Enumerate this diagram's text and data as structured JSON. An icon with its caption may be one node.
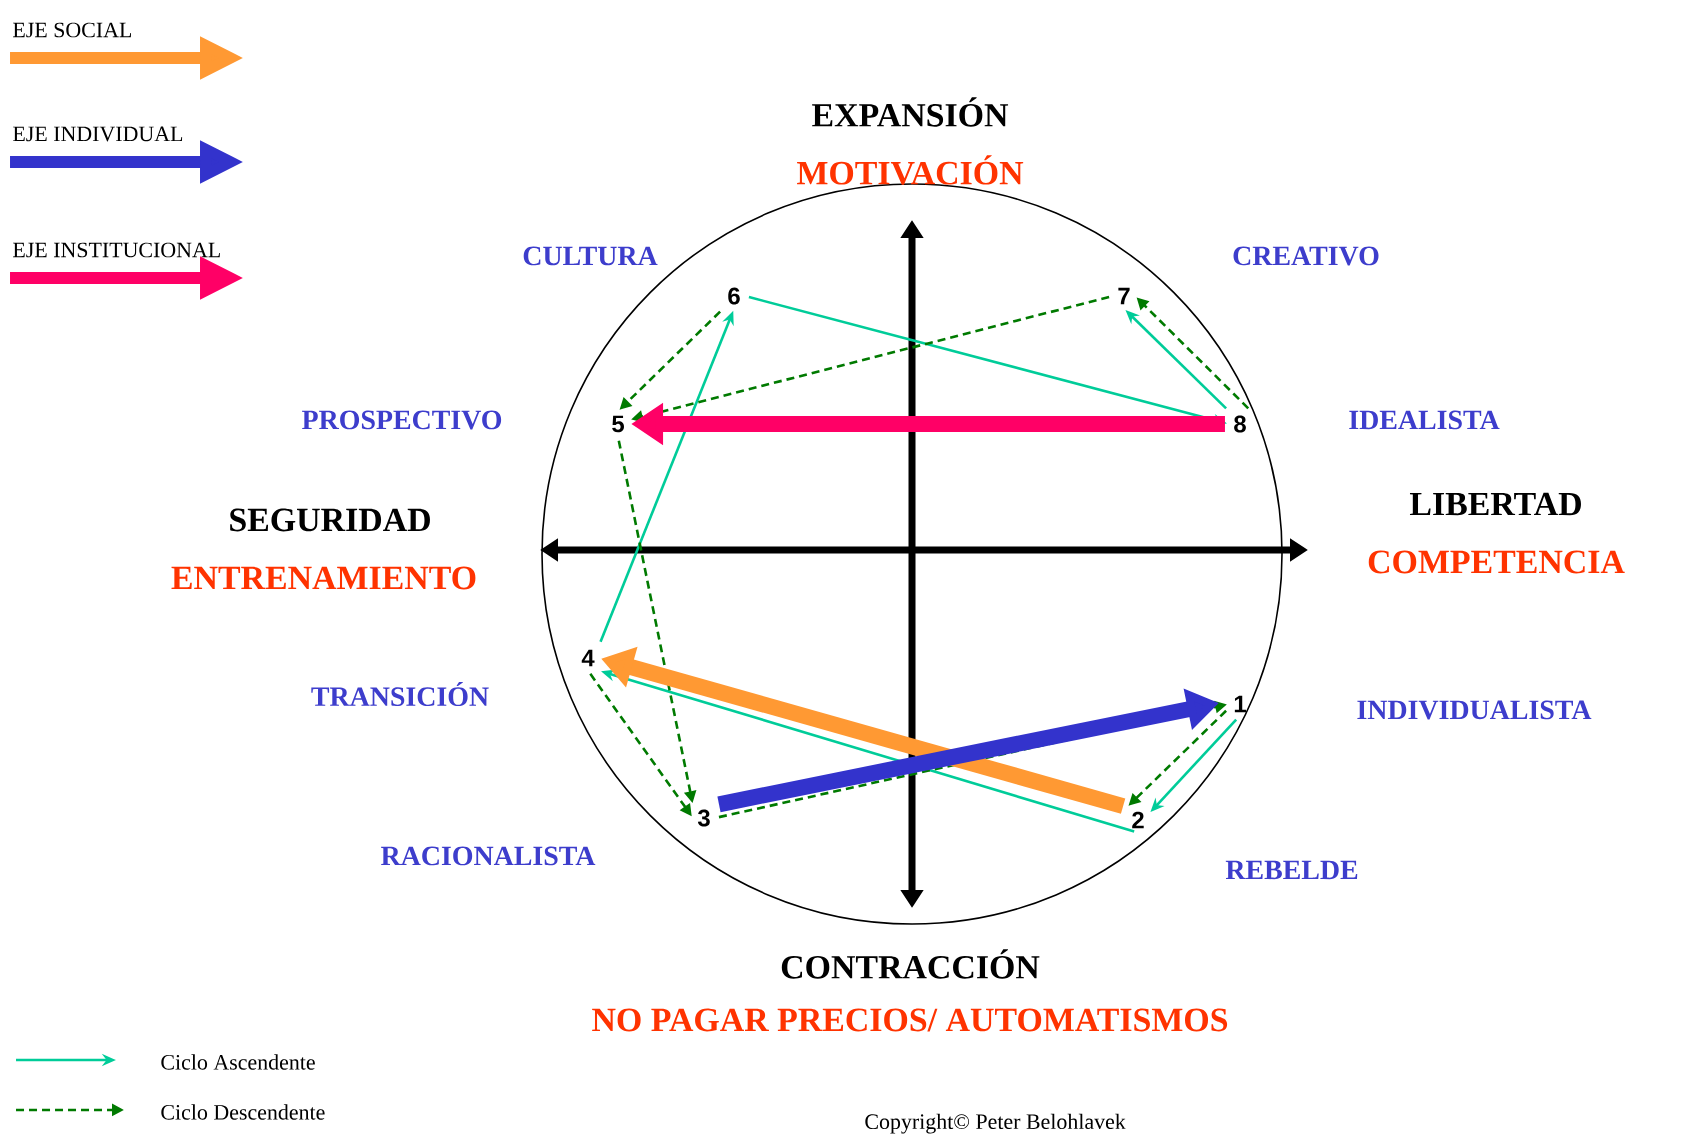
{
  "diagram": {
    "nodes": [
      {
        "text": [
          "1"
        ]
      },
      {
        "text": [
          "2"
        ]
      },
      {
        "text": [
          "3"
        ]
      },
      {
        "text": [
          "4"
        ]
      },
      {
        "text": [
          "5"
        ]
      },
      {
        "text": [
          "6"
        ]
      },
      {
        "text": [
          "7"
        ]
      },
      {
        "text": [
          "8"
        ]
      }
    ],
    "edges": [
      {
        "from": 0,
        "to": 1,
        "arrow": "to",
        "color": "#00cc99"
      },
      {
        "from": 1,
        "to": 3,
        "arrow": "to",
        "color": "#00cc99"
      },
      {
        "from": 3,
        "to": 5,
        "arrow": "to",
        "color": "#00cc99"
      },
      {
        "from": 5,
        "to": 7,
        "arrow": "to",
        "color": "#00cc99"
      },
      {
        "from": 7,
        "to": 6,
        "arrow": "to",
        "color": "#00cc99"
      },
      {
        "from": 7,
        "to": 6,
        "arrow": "to",
        "style": "dashed",
        "color": "#007a00"
      },
      {
        "from": 6,
        "to": 4,
        "arrow": "to",
        "style": "dashed",
        "color": "#007a00"
      },
      {
        "from": 5,
        "to": 4,
        "arrow": "to",
        "style": "dashed",
        "color": "#007a00"
      },
      {
        "from": 4,
        "to": 2,
        "arrow": "to",
        "style": "dashed",
        "color": "#007a00"
      },
      {
        "from": 3,
        "to": 2,
        "arrow": "to",
        "style": "dashed",
        "color": "#007a00"
      },
      {
        "from": 2,
        "to": 0,
        "arrow": "to",
        "style": "dashed",
        "color": "#007a00"
      },
      {
        "from": 0,
        "to": 1,
        "arrow": "to",
        "style": "dashed",
        "color": "#007a00"
      },
      {
        "from": 1,
        "to": 3,
        "arrow": "to",
        "style": "thick",
        "color": "#ff9933"
      },
      {
        "from": 2,
        "to": 0,
        "arrow": "to",
        "style": "thick",
        "color": "#3333cc"
      },
      {
        "from": 7,
        "to": 4,
        "arrow": "to",
        "style": "thick",
        "color": "#ff0066"
      }
    ],
    "labels": [
      "EXPANSIÓN",
      "MOTIVACIÓN",
      "CULTURA",
      "CREATIVO",
      "PROSPECTIVO",
      "IDEALISTA",
      "SEGURIDAD",
      "LIBERTAD",
      "ENTRENAMIENTO",
      "COMPETENCIA",
      "TRANSICIÓN",
      "INDIVIDUALISTA",
      "RACIONALISTA",
      "REBELDE",
      "CONTRACCIÓN",
      "NO PAGAR PRECIOS/ AUTOMATISMOS",
      "Copyright© Peter Belohlavek"
    ],
    "legend": [
      {
        "text": "EJE SOCIAL",
        "color": "#ff9933"
      },
      {
        "text": "EJE INDIVIDUAL",
        "color": "#3333cc"
      },
      {
        "text": "EJE INSTITUCIONAL",
        "color": "#ff0066"
      },
      {
        "text": "Ciclo Ascendente"
      },
      {
        "text": "Ciclo Descendente"
      }
    ]
  }
}
